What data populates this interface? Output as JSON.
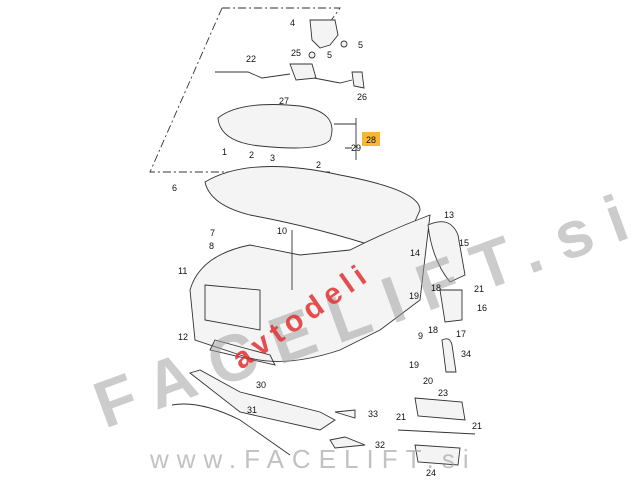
{
  "diagram": {
    "title": "Hood / bonnet assembly parts diagram",
    "callouts": [
      "4",
      "5",
      "5",
      "25",
      "22",
      "27",
      "26",
      "28",
      "29",
      "1",
      "2",
      "3",
      "2",
      "6",
      "7",
      "8",
      "10",
      "11",
      "12",
      "13",
      "14",
      "15",
      "9",
      "18",
      "19",
      "21",
      "16",
      "17",
      "18",
      "34",
      "19",
      "20",
      "30",
      "31",
      "33",
      "32",
      "23",
      "21",
      "21",
      "24"
    ],
    "highlight_color": "#f7b733"
  },
  "watermarks": {
    "brand": "FACELIFT.si",
    "red": "avtodeli",
    "url": "www.FACELIFT.si"
  }
}
